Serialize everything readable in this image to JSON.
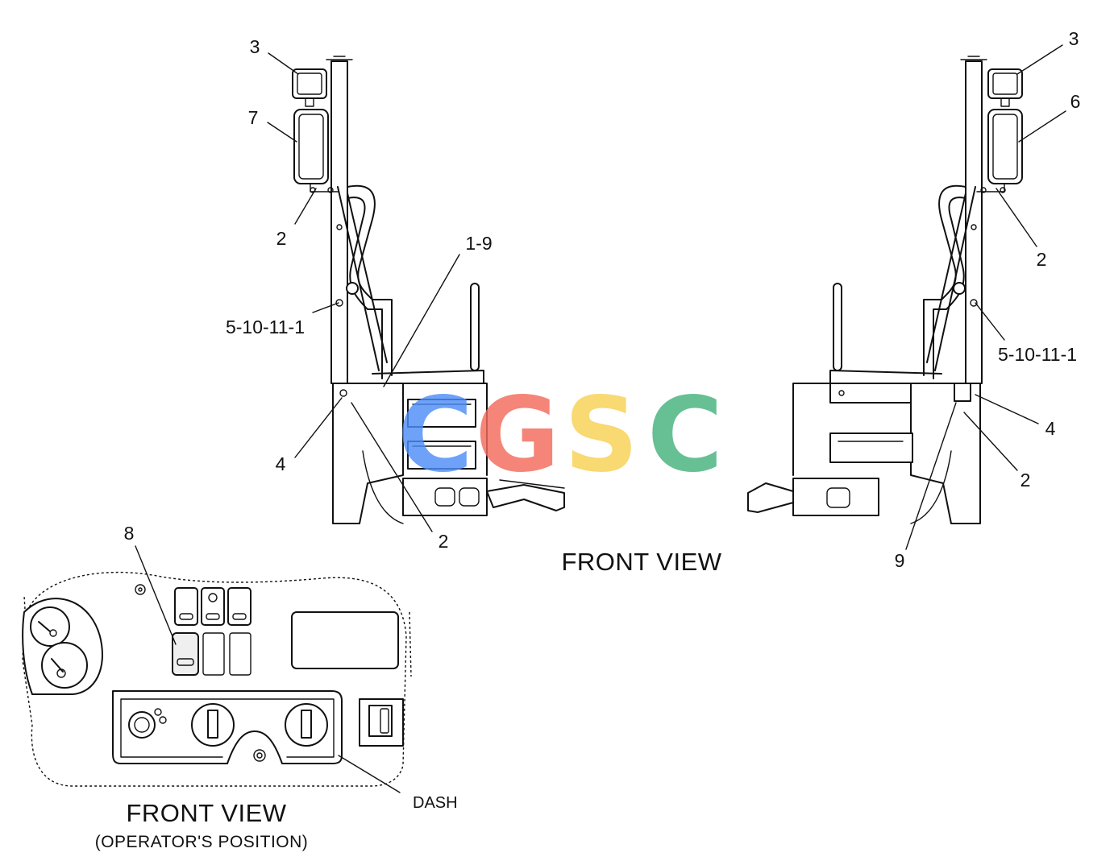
{
  "views": {
    "front_view_title": "FRONT VIEW",
    "operator_view_title": "FRONT VIEW",
    "operator_view_subtitle": "(OPERATOR'S POSITION)"
  },
  "callouts": {
    "left_top_3": "3",
    "left_7": "7",
    "left_2_upper": "2",
    "left_1_9": "1-9",
    "left_5_10_11_1": "5-10-11-1",
    "left_4": "4",
    "left_2_lower": "2",
    "right_top_3": "3",
    "right_6": "6",
    "right_2_upper": "2",
    "right_5_10_11_1": "5-10-11-1",
    "right_4": "4",
    "right_2_lower": "2",
    "right_9": "9",
    "dash_8": "8",
    "dash_label": "DASH"
  },
  "watermark": {
    "letters": [
      {
        "char": "C",
        "color": "#4f8ef7"
      },
      {
        "char": "G",
        "color": "#f26b5b"
      },
      {
        "char": "S",
        "color": "#f7d154"
      },
      {
        "char": "C",
        "color": "#45b37c"
      }
    ]
  }
}
